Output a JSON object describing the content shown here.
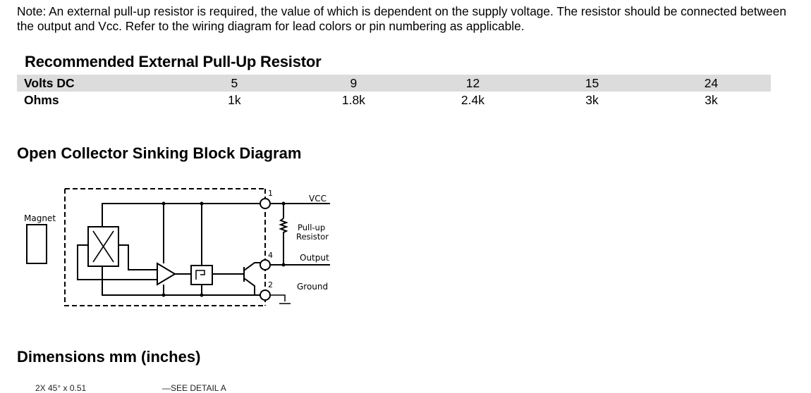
{
  "note": "Note: An external pull-up resistor is required, the value of which is dependent on the supply voltage. The resistor should be connected between the output and Vcc. Refer to the wiring diagram for lead colors or pin numbering as applicable.",
  "resistor_section": {
    "title": "Recommended External Pull-Up Resistor",
    "rows": [
      {
        "label": "Volts DC",
        "values": [
          "5",
          "9",
          "12",
          "15",
          "24"
        ]
      },
      {
        "label": "Ohms",
        "values": [
          "1k",
          "1.8k",
          "2.4k",
          "3k",
          "3k"
        ]
      }
    ]
  },
  "block_diagram": {
    "title": "Open Collector Sinking Block Diagram",
    "labels": {
      "magnet": "Magnet",
      "vcc": "VCC",
      "pullup_1": "Pull-up",
      "pullup_2": "Resistor",
      "output": "Output",
      "ground": "Ground",
      "pin_vcc": "1",
      "pin_output": "4",
      "pin_ground": "2"
    }
  },
  "dimensions": {
    "title": "Dimensions mm (inches)",
    "callout_left": "2X 45° x 0.51",
    "callout_right": "SEE DETAIL A"
  }
}
